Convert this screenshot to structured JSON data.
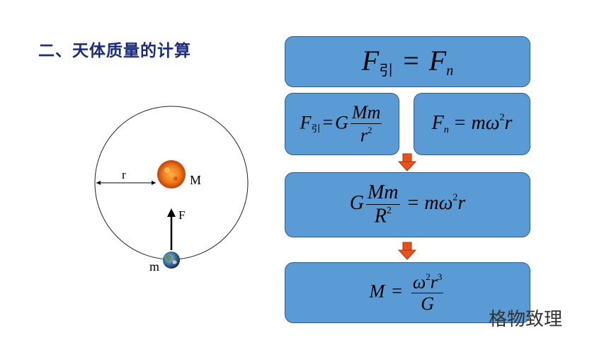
{
  "slide": {
    "title": "二、天体质量的计算",
    "watermark": "格物致理"
  },
  "diagram": {
    "label_r": "r",
    "label_M": "M",
    "label_F": "F",
    "label_m": "m"
  },
  "formulas": {
    "box1": {
      "F": "F",
      "sub_left": "引",
      "eq": "=",
      "F2": "F",
      "sub_right": "n"
    },
    "box2": {
      "F": "F",
      "sub": "引",
      "eq": "=",
      "G": "G",
      "num": "Mm",
      "den": "r",
      "den_sup": "2"
    },
    "box3": {
      "F": "F",
      "sub": "n",
      "eq": "=",
      "m": "m",
      "omega": "ω",
      "sup": "2",
      "r": "r"
    },
    "box4": {
      "G": "G",
      "num": "Mm",
      "den": "R",
      "den_sup": "2",
      "eq": "=",
      "m": "m",
      "omega": "ω",
      "sup": "2",
      "r": "r"
    },
    "box5": {
      "M": "M",
      "eq": "=",
      "num_omega": "ω",
      "num_sup1": "2",
      "num_r": "r",
      "num_sup2": "3",
      "den": "G"
    }
  },
  "colors": {
    "box_fill": "#5b9bd5",
    "title": "#1a2c7a",
    "arrow": "#e8501c"
  }
}
